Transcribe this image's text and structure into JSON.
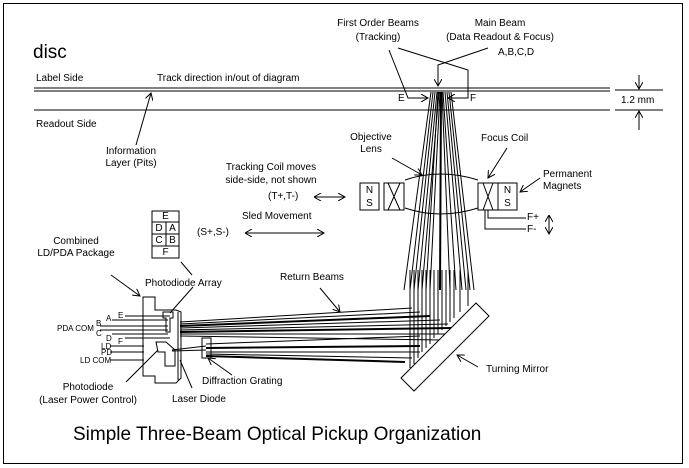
{
  "diagram": {
    "title": "Simple Three-Beam Optical Pickup Organization",
    "disc": {
      "label": "disc",
      "label_side": "Label Side",
      "readout_side": "Readout Side",
      "track_direction": "Track direction in/out of diagram",
      "thickness": "1.2 mm",
      "info_layer_line1": "Information",
      "info_layer_line2": "Layer (Pits)"
    },
    "beams": {
      "first_order_line1": "First Order Beams",
      "first_order_line2": "(Tracking)",
      "main_line1": "Main Beam",
      "main_line2": "(Data Readout & Focus)",
      "main_signals": "A,B,C,D",
      "spot_e": "E",
      "spot_f": "F",
      "return_beams": "Return Beams"
    },
    "actuator": {
      "objective_line1": "Objective",
      "objective_line2": "Lens",
      "focus_coil": "Focus Coil",
      "magnets_line1": "Permanent",
      "magnets_line2": "Magnets",
      "magnet_n": "N",
      "magnet_s": "S",
      "f_plus": "F+",
      "f_minus": "F-",
      "tracking_line1": "Tracking Coil moves",
      "tracking_line2": "side-side, not shown",
      "tracking_signals": "(T+,T-)",
      "sled_movement": "Sled Movement",
      "sled_signals": "(S+,S-)"
    },
    "photodiode_array_map": {
      "top": "E",
      "row1": [
        "D",
        "A"
      ],
      "row2": [
        "C",
        "B"
      ],
      "bottom": "F"
    },
    "package": {
      "combined_line1": "Combined",
      "combined_line2": "LD/PDA Package",
      "photodiode_array": "Photodiode Array",
      "pins": {
        "a": "A",
        "b": "B",
        "c": "C",
        "d": "D",
        "e": "E",
        "f": "F",
        "pda_com": "PDA COM",
        "ld": "LD",
        "pd": "PD",
        "ld_com": "LD COM"
      },
      "photodiode_line1": "Photodiode",
      "photodiode_line2": "(Laser Power Control)",
      "laser_diode": "Laser Diode",
      "diffraction_grating": "Diffraction Grating"
    },
    "mirror": {
      "label": "Turning Mirror"
    }
  }
}
